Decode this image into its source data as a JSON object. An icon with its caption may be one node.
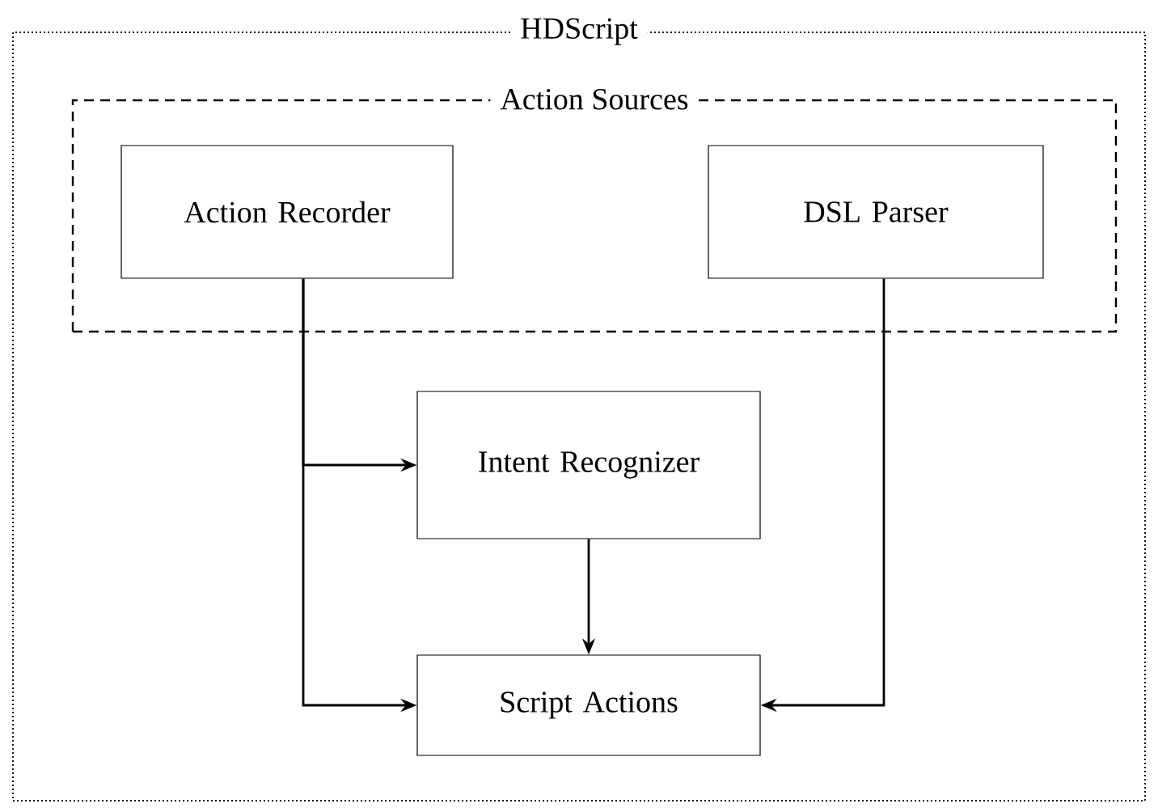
{
  "diagram": {
    "nodes": [
      {
        "text": [
          "HDScript"
        ]
      },
      {
        "text": [
          "Action Sources"
        ],
        "in": 0
      },
      {
        "text": [
          "Action Recorder"
        ],
        "in": 1
      },
      {
        "text": [
          "DSL Parser"
        ],
        "in": 1
      },
      {
        "text": [
          "Intent Recognizer"
        ],
        "in": 0
      },
      {
        "text": [
          "Script Actions"
        ],
        "in": 0
      }
    ],
    "edges": [
      {
        "from": 2,
        "to": 4,
        "arrow": "to"
      },
      {
        "from": 2,
        "to": 5,
        "arrow": "to"
      },
      {
        "from": 4,
        "to": 5,
        "arrow": "to"
      },
      {
        "from": 3,
        "to": 5,
        "arrow": "to"
      }
    ]
  }
}
